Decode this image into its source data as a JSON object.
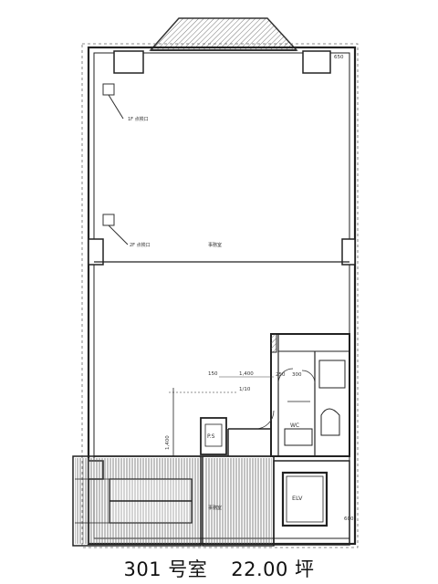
{
  "caption": {
    "room_number": "301 号室",
    "area": "22.00 坪"
  },
  "labels": {
    "room_upper": "事務室",
    "room_lower": "事務室",
    "ps": "P.S",
    "elv": "ELV",
    "wc": "WC",
    "dim_150": "150",
    "dim_1400": "1,400",
    "dim_110": "1/10",
    "dim_1400b": "1,400",
    "dim_300": "300",
    "dim_250": "250",
    "dim_650": "650",
    "dim_600": "600"
  }
}
